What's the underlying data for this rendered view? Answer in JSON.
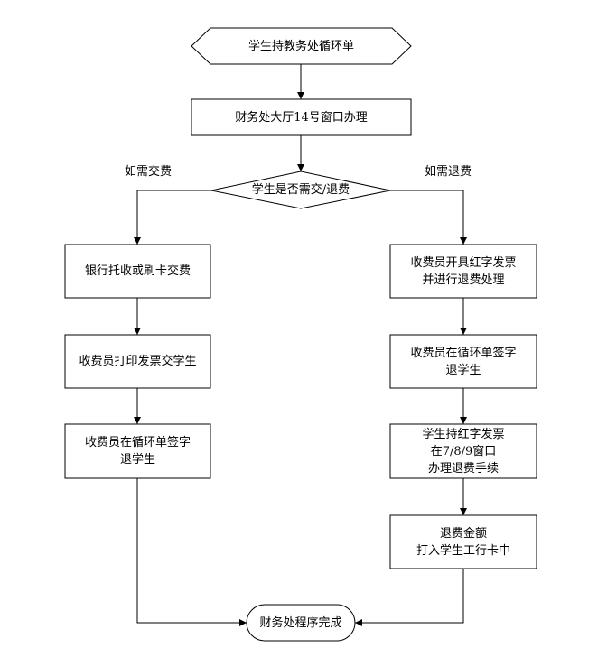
{
  "nodes": {
    "start": "学生持教务处循环单",
    "window14": "财务处大厅14号窗口办理",
    "decision": "学生是否需交/退费",
    "pay_bank": "银行托收或刷卡交费",
    "pay_print": "收费员打印发票交学生",
    "pay_sign": "收费员在循环单签字\n退学生",
    "refund_invoice": "收费员开具红字发票\n并进行退费处理",
    "refund_sign": "收费员在循环单签字\n退学生",
    "refund_window": "学生持红字发票\n在7/8/9窗口\n办理退费手续",
    "refund_amount": "退费金额\n打入学生工行卡中",
    "end": "财务处程序完成"
  },
  "branches": {
    "left": "如需交费",
    "right": "如需退费"
  }
}
